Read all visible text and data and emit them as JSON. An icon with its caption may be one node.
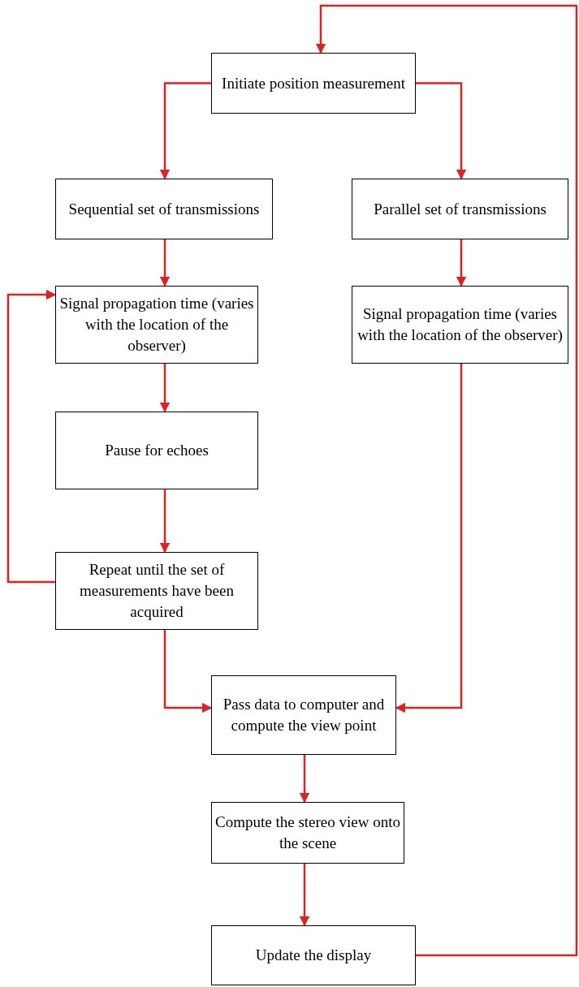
{
  "diagram": {
    "nodes": [
      {
        "text": [
          "Initiate position measurement"
        ]
      },
      {
        "text": [
          "Sequential set of transmissions"
        ]
      },
      {
        "text": [
          "Parallel set of transmissions"
        ]
      },
      {
        "text": [
          "Signal propagation time (varies with the location of the observer)"
        ]
      },
      {
        "text": [
          "Signal propagation time (varies with the location of the observer)"
        ]
      },
      {
        "text": [
          "Pause for echoes"
        ]
      },
      {
        "text": [
          "Repeat until the set of measurements have been acquired"
        ]
      },
      {
        "text": [
          "Pass data to computer and compute the view point"
        ]
      },
      {
        "text": [
          "Compute the stereo view onto the scene"
        ]
      },
      {
        "text": [
          "Update the display"
        ]
      }
    ],
    "edges": [
      {
        "from": 0,
        "to": 1,
        "arrow": "to"
      },
      {
        "from": 0,
        "to": 2,
        "arrow": "to"
      },
      {
        "from": 1,
        "to": 3,
        "arrow": "to"
      },
      {
        "from": 3,
        "to": 5,
        "arrow": "to"
      },
      {
        "from": 5,
        "to": 6,
        "arrow": "to"
      },
      {
        "from": 6,
        "to": 3,
        "arrow": "to"
      },
      {
        "from": 2,
        "to": 4,
        "arrow": "to"
      },
      {
        "from": 6,
        "to": 7,
        "arrow": "to"
      },
      {
        "from": 4,
        "to": 7,
        "arrow": "to"
      },
      {
        "from": 7,
        "to": 8,
        "arrow": "to"
      },
      {
        "from": 8,
        "to": 9,
        "arrow": "to"
      },
      {
        "from": 9,
        "to": 0,
        "arrow": "to"
      }
    ]
  }
}
